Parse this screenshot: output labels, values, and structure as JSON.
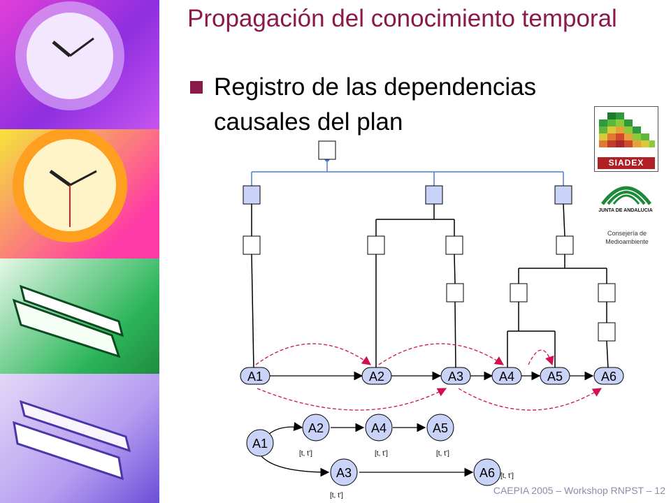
{
  "slide": {
    "title": "Propagación del conocimiento temporal",
    "bullet": "Registro de las dependencias causales del plan",
    "footer": "CAEPIA 2005 – Workshop RNPST – 12"
  },
  "logos": {
    "siadex": "SIADEX",
    "junta": "JUNTA DE ANDALUCIA",
    "consejeria_line1": "Consejería de",
    "consejeria_line2": "Medioambiente"
  },
  "colors": {
    "title": "#8b1a4a",
    "node_fill": "#b8d0f2",
    "action_fill": "#c9d3f7",
    "tree_blue": "#4a7ed6",
    "causal_link": "#d01050",
    "chain_arrow": "#000000"
  },
  "plan": {
    "actions": [
      "A1",
      "A2",
      "A3",
      "A4",
      "A5",
      "A6"
    ]
  },
  "graph": {
    "nodes": [
      "A1",
      "A2",
      "A3",
      "A4",
      "A5",
      "A6"
    ],
    "interval_label": "[t, t’]"
  }
}
